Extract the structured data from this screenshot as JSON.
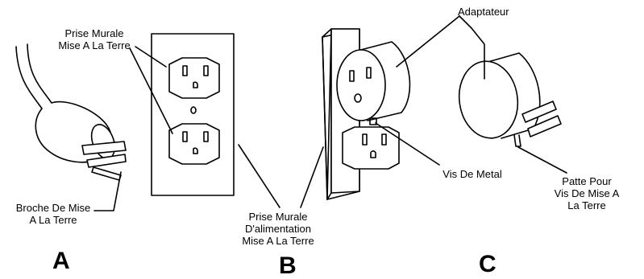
{
  "labels": {
    "prise_murale": [
      "Prise Murale",
      "Mise A La Terre"
    ],
    "broche": [
      "Broche De Mise",
      "A La Terre"
    ],
    "alimentation": [
      "Prise Murale",
      "D'alimentation",
      "Mise A La Terre"
    ],
    "adaptateur": "Adaptateur",
    "vis_metal": "Vis De Metal",
    "patte": [
      "Patte Pour",
      "Vis De Mise A",
      "La Terre"
    ]
  },
  "panels": [
    "A",
    "B",
    "C"
  ]
}
